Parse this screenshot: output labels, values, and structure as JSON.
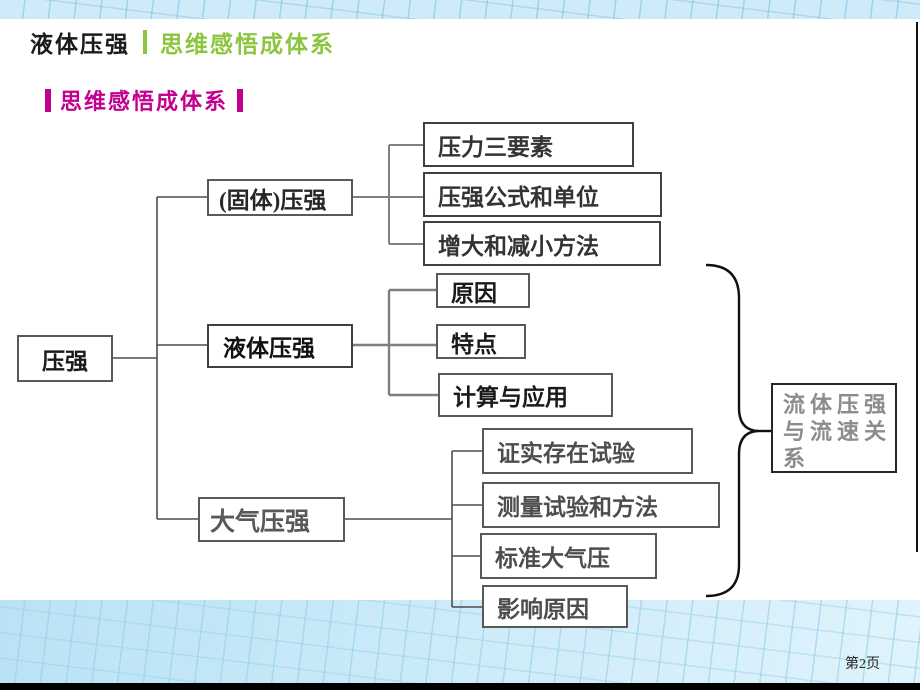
{
  "header": {
    "title": "液体压强",
    "subtitle": "思维感悟成体系"
  },
  "section": {
    "title": "思维感悟成体系"
  },
  "diagram": {
    "root": "压强",
    "branches": [
      {
        "label": "(固体)压强",
        "children": [
          "压力三要素",
          "压强公式和单位",
          "增大和减小方法"
        ]
      },
      {
        "label": "液体压强",
        "children": [
          "原因",
          "特点",
          "计算与应用"
        ]
      },
      {
        "label": "大气压强",
        "children": [
          "证实存在试验",
          "测量试验和方法",
          "标准大气压",
          "影响原因"
        ]
      }
    ],
    "related": {
      "label": "流体压强与流速关系",
      "lines": [
        "流体压强",
        "与流速关",
        "系"
      ]
    }
  },
  "footer": {
    "page_label": "第2页"
  },
  "colors": {
    "accent_green": "#8CC63F",
    "accent_magenta": "#C4008F",
    "band_blue": "#CFEAF8",
    "line_gray": "#7F7F7F"
  }
}
